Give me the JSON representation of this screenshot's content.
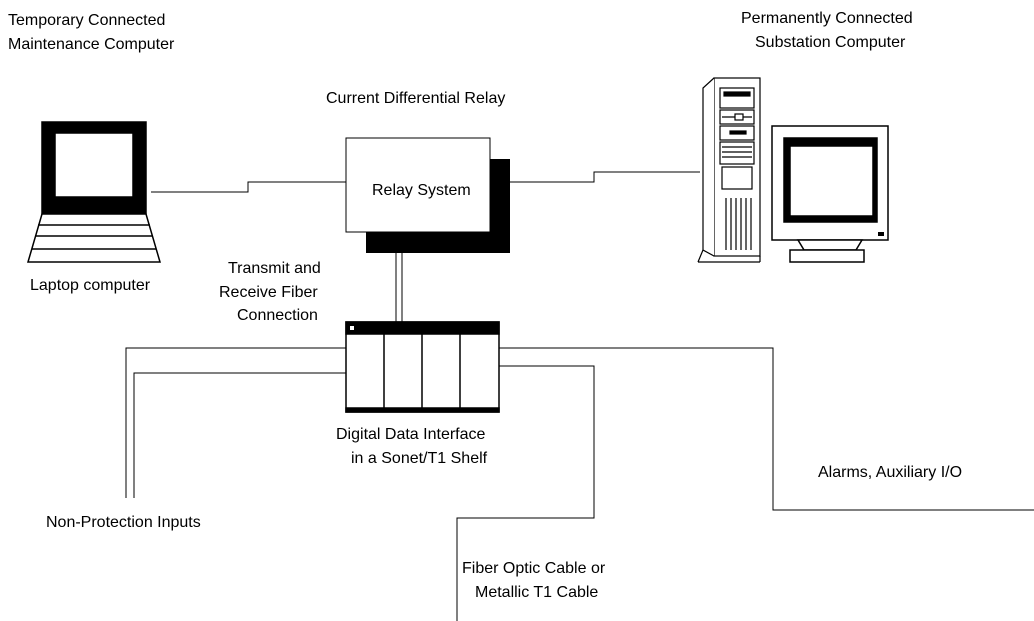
{
  "labels": {
    "maintenance_computer_line1": "Temporary Connected",
    "maintenance_computer_line2": "Maintenance Computer",
    "substation_computer_line1": "Permanently Connected",
    "substation_computer_line2": "Substation Computer",
    "relay_title": "Current Differential Relay",
    "relay_box": "Relay System",
    "laptop": "Laptop computer",
    "fiber_connection_line1": "Transmit and",
    "fiber_connection_line2": "Receive Fiber",
    "fiber_connection_line3": "Connection",
    "interface_line1": "Digital Data Interface",
    "interface_line2": "in a Sonet/T1 Shelf",
    "alarms": "Alarms, Auxiliary I/O",
    "non_protection": "Non-Protection Inputs",
    "cable_line1": "Fiber Optic Cable or",
    "cable_line2": "Metallic T1 Cable"
  },
  "colors": {
    "line": "#000000",
    "background": "#ffffff"
  }
}
